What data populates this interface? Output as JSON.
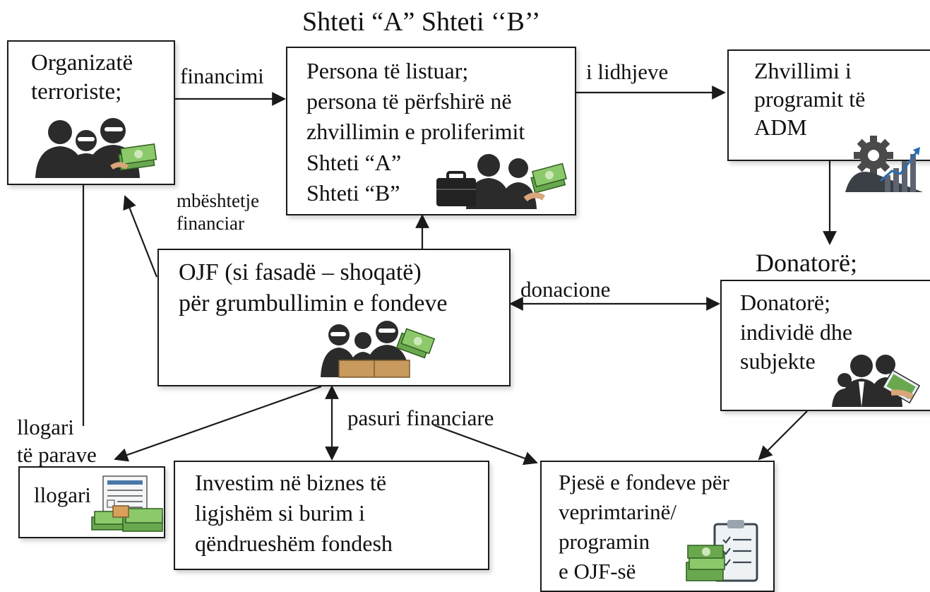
{
  "header": {
    "states_label": "Shteti “A”  Shteti ‘‘B’’"
  },
  "nodes": {
    "terrorist_org": {
      "label": "Organizatë\nterroriste;"
    },
    "listed_persons": {
      "line1": "Persona të listuar;",
      "line2": "persona të përfshirë në",
      "line3": "zhvillimin e proliferimit",
      "line4": "Shteti “A”",
      "line5": "Shteti “B”"
    },
    "wmd_program": {
      "label": "Zhvillimi i\nprogramit të\nADM"
    },
    "npo": {
      "label": "OJF (si fasadë – shoqatë)\npër grumbullimin e fondeve"
    },
    "donors": {
      "heading": "Donatorë;",
      "label": "Donatorë;\nindividë dhe\nsubjekte"
    },
    "accounts": {
      "label": "llogari"
    },
    "investment": {
      "label": "Investim në biznes të\nligjshëm si burim i\nqëndrueshëm fondesh"
    },
    "funds_share": {
      "label": "Pjesë e fondeve për\nveprimtarinë/\nprogramin\ne OJF-së"
    }
  },
  "edges": {
    "financing": "financimi",
    "links": "i lidhjeve",
    "financial_support": "mbështetje\nfinanciar",
    "donations": "donacione",
    "money_accounts": "llogari\ntë parave",
    "financial_assets": "pasuri financiare"
  },
  "icons": [
    "terrorists-with-money-icon",
    "briefcase-people-money-icon",
    "gear-growth-chart-icon",
    "masked-people-money-box-icon",
    "donor-people-money-icon",
    "bank-statement-money-icon",
    "clipboard-money-icon"
  ],
  "colors": {
    "line": "#1a1a1a",
    "money": "#6aa84f",
    "figure": "#2b2b2b"
  }
}
